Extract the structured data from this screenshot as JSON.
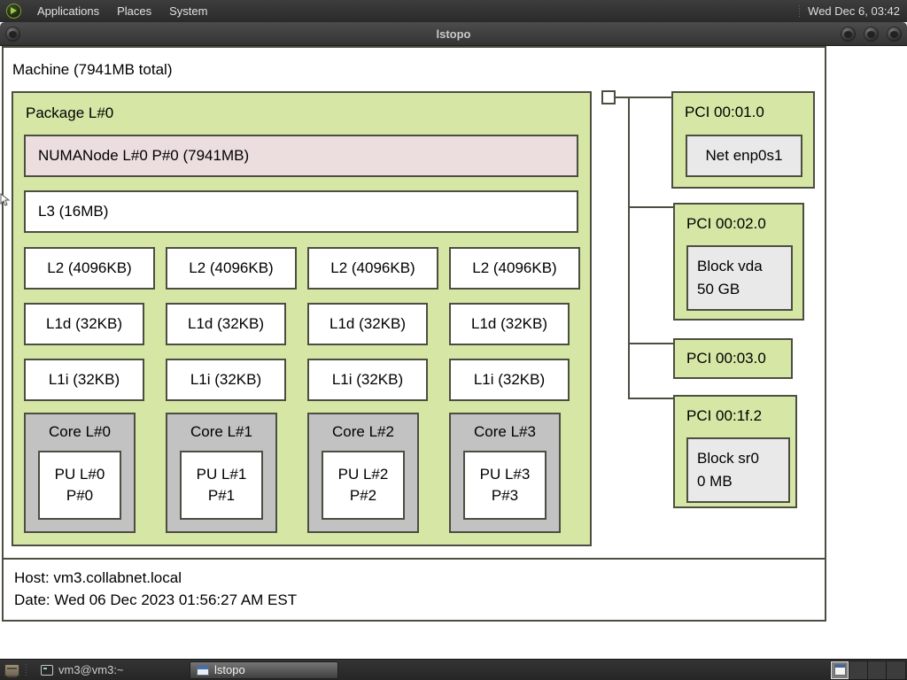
{
  "desktop": {
    "top_panel": {
      "menus": [
        "Applications",
        "Places",
        "System"
      ],
      "clock": "Wed Dec 6, 03:42"
    },
    "taskbar": {
      "task1": "vm3@vm3:~",
      "task2": "lstopo",
      "workspace_count": 4
    }
  },
  "window": {
    "title": "lstopo"
  },
  "lstopo": {
    "machine_label": "Machine (7941MB total)",
    "package": {
      "label": "Package L#0",
      "numanode": "NUMANode L#0 P#0 (7941MB)",
      "l3": "L3 (16MB)",
      "l2": [
        "L2 (4096KB)",
        "L2 (4096KB)",
        "L2 (4096KB)",
        "L2 (4096KB)"
      ],
      "l1d": [
        "L1d (32KB)",
        "L1d (32KB)",
        "L1d (32KB)",
        "L1d (32KB)"
      ],
      "l1i": [
        "L1i (32KB)",
        "L1i (32KB)",
        "L1i (32KB)",
        "L1i (32KB)"
      ],
      "cores": [
        {
          "label": "Core L#0",
          "pu1": "PU L#0",
          "pu2": "P#0"
        },
        {
          "label": "Core L#1",
          "pu1": "PU L#1",
          "pu2": "P#1"
        },
        {
          "label": "Core L#2",
          "pu1": "PU L#2",
          "pu2": "P#2"
        },
        {
          "label": "Core L#3",
          "pu1": "PU L#3",
          "pu2": "P#3"
        }
      ]
    },
    "pci": [
      {
        "label": "PCI 00:01.0",
        "dev1": "Net enp0s1",
        "dev2": ""
      },
      {
        "label": "PCI 00:02.0",
        "dev1": "Block vda",
        "dev2": "50 GB"
      },
      {
        "label": "PCI 00:03.0"
      },
      {
        "label": "PCI 00:1f.2",
        "dev1": "Block sr0",
        "dev2": "0 MB"
      }
    ],
    "legend": {
      "host": "Host: vm3.collabnet.local",
      "date": "Date: Wed 06 Dec 2023 01:56:27 AM EST"
    },
    "colors": {
      "box_green": "#d5e6a5",
      "numanode_pink": "#ecdede",
      "core_gray": "#c2c2c2",
      "device_gray": "#e9e9e9",
      "border": "#4d4d42"
    }
  }
}
